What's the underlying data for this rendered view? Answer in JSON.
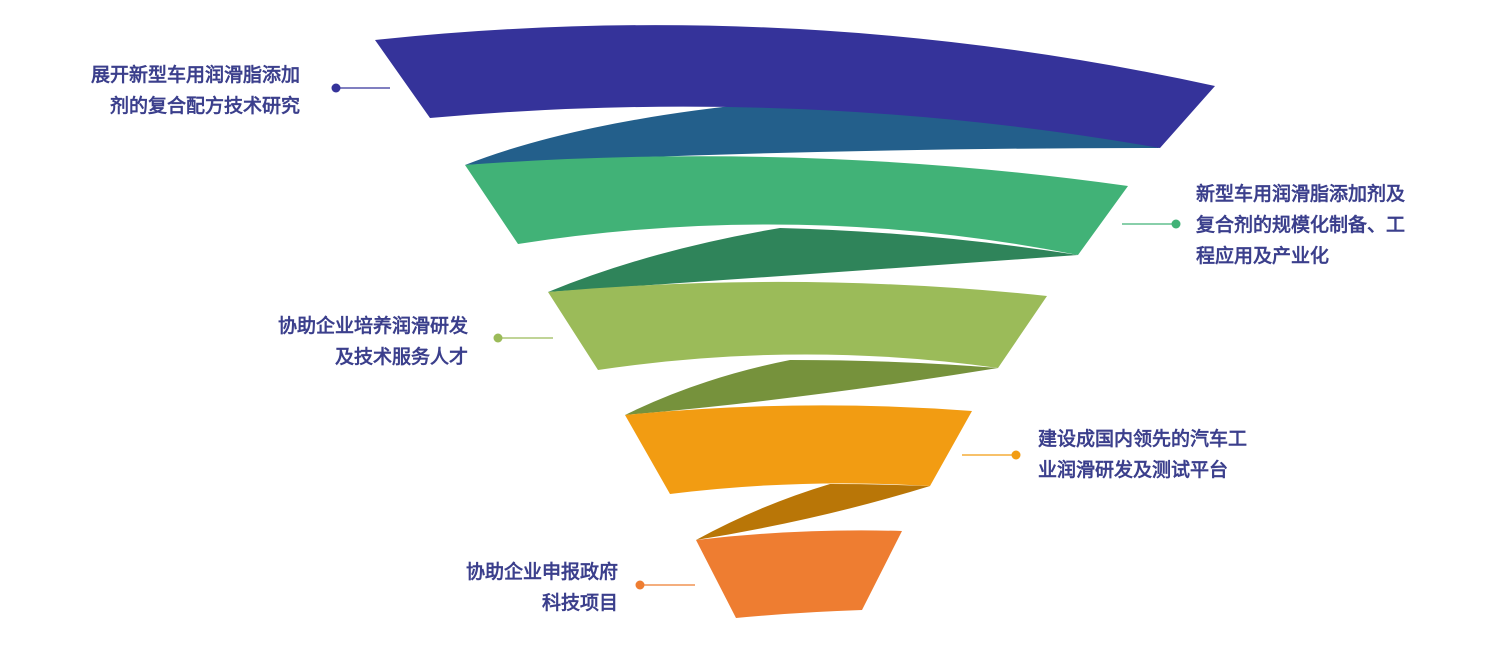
{
  "diagram": {
    "type": "funnel",
    "stages": [
      {
        "lines": [
          "展开新型车用润滑脂添加",
          "剂的复合配方技术研究"
        ],
        "color": "#35339a",
        "back_color": "#235f8b",
        "side": "left"
      },
      {
        "lines": [
          "新型车用润滑脂添加剂及",
          "复合剂的规模化制备、工",
          "程应用及产业化"
        ],
        "color": "#41b277",
        "back_color": "#2f845a",
        "side": "right"
      },
      {
        "lines": [
          "协助企业培养润滑研发",
          "及技术服务人才"
        ],
        "color": "#9bbb59",
        "back_color": "#76923c",
        "side": "left"
      },
      {
        "lines": [
          "建设成国内领先的汽车工",
          "业润滑研发及测试平台"
        ],
        "color": "#f29c12",
        "back_color": "#b97607",
        "side": "right"
      },
      {
        "lines": [
          "协助企业申报政府",
          "科技项目"
        ],
        "color": "#ee7d31",
        "side": "left"
      }
    ],
    "label_color": "#3b3f8c"
  }
}
